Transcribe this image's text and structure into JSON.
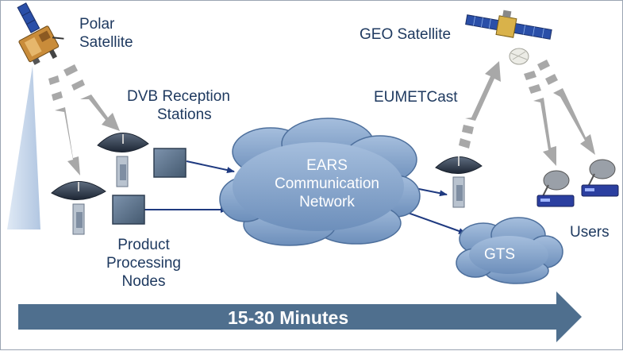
{
  "labels": {
    "polar_satellite": [
      "Polar",
      "Satellite"
    ],
    "dvb_reception_stations": [
      "DVB Reception",
      "Stations"
    ],
    "product_processing_nodes": [
      "Product",
      "Processing",
      "Nodes"
    ],
    "ears_network": [
      "EARS",
      "Communication",
      "Network"
    ],
    "eumetcast": "EUMETCast",
    "geo_satellite": "GEO Satellite",
    "gts": "GTS",
    "users": "Users"
  },
  "timeline": {
    "label": "15-30 Minutes"
  },
  "colors": {
    "text": "#1f3a60",
    "cloud_fill": "#7fa0c8",
    "cloud_stroke": "#4d6f9c",
    "link_arrow": "#1f3a80",
    "gray_arrow": "#a8a8a8",
    "timeline_arrow": "#4f6f8e",
    "node_box": "#5b7390",
    "satellite_panel": "#2a4fa8",
    "light_cone": "#b7cbe6"
  },
  "icons": [
    "polar-satellite-icon",
    "geo-satellite-icon",
    "dish-antenna-icon",
    "processing-node-icon",
    "user-terminal-icon"
  ]
}
